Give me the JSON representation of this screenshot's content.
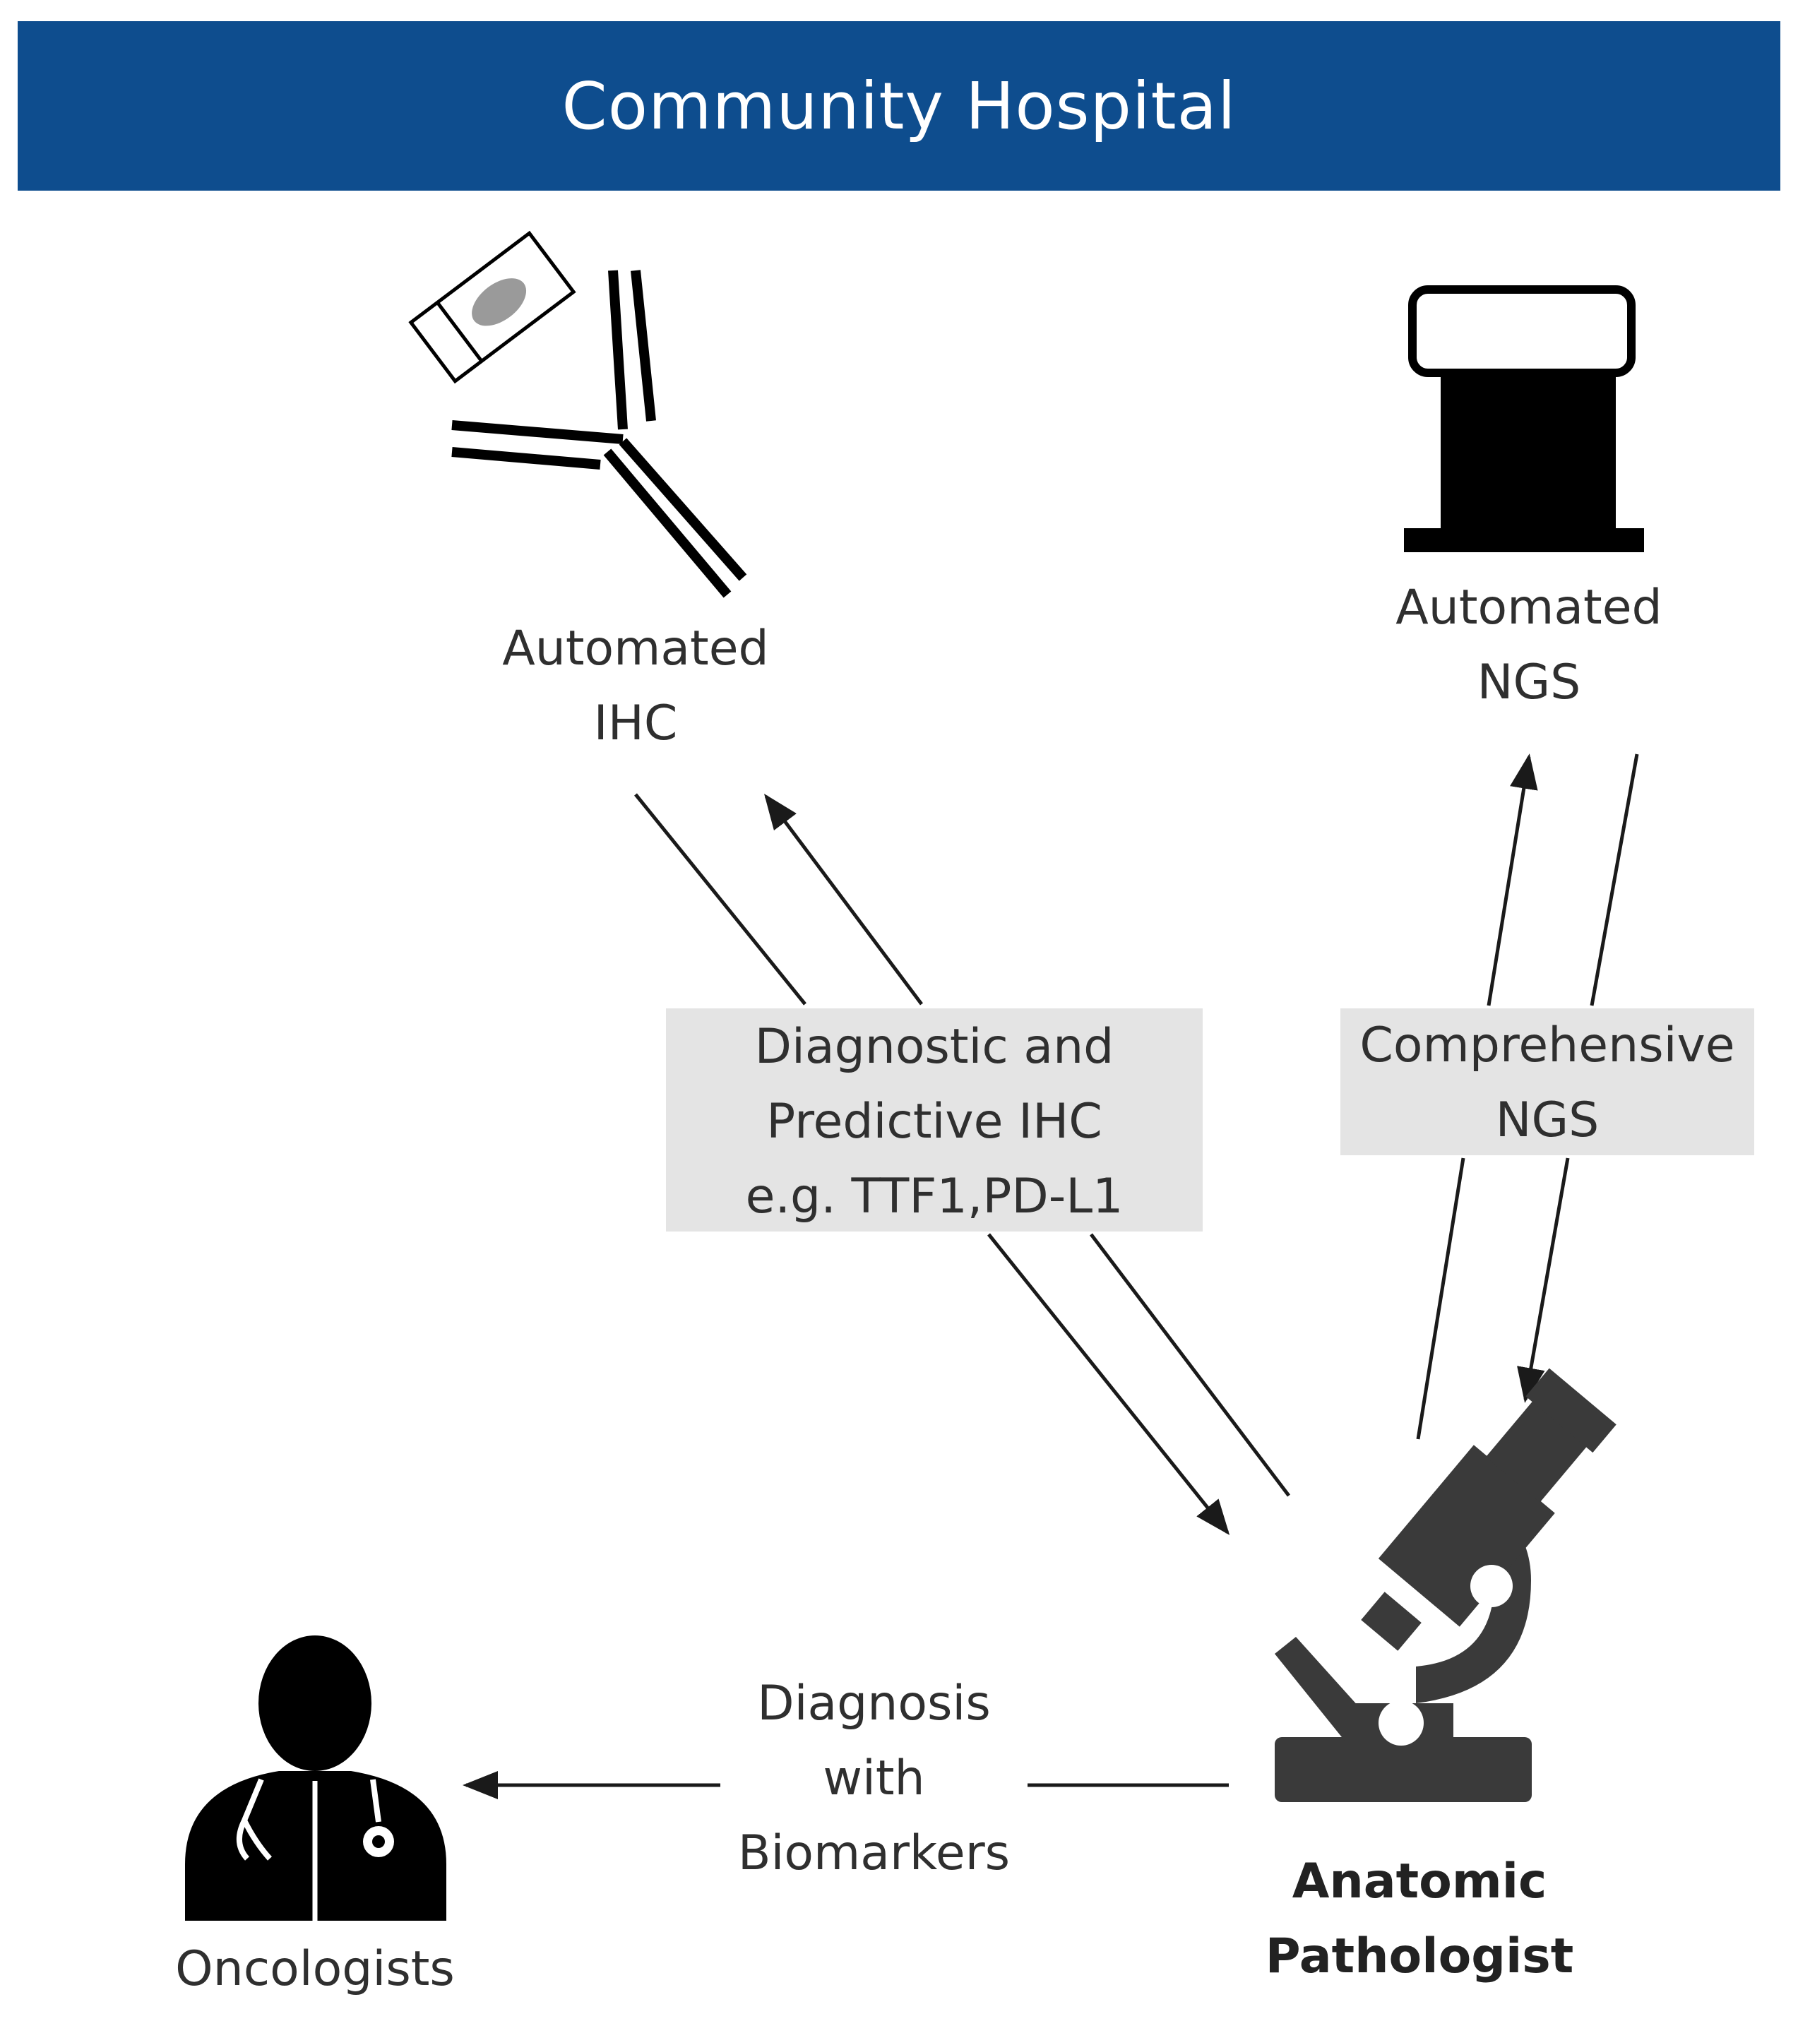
{
  "header": {
    "title": "Community Hospital"
  },
  "nodes": {
    "ihc": {
      "line1": "Automated",
      "line2": "IHC",
      "icon": "antibody-icon"
    },
    "ngs": {
      "line1": "Automated",
      "line2": "NGS",
      "icon": "sequencer-icon"
    },
    "pathologist": {
      "line1": "Anatomic",
      "line2": "Pathologist",
      "icon": "microscope-icon"
    },
    "oncologists": {
      "line1": "Oncologists",
      "icon": "doctor-icon"
    }
  },
  "edges": {
    "ihc_label": {
      "line1": "Diagnostic and",
      "line2": "Predictive IHC",
      "line3": "e.g. TTF1,PD-L1"
    },
    "ngs_label": {
      "line1": "Comprehensive",
      "line2": "NGS"
    },
    "oncology_label": {
      "line1": "Diagnosis",
      "line2": "with",
      "line3": "Biomarkers"
    }
  },
  "colors": {
    "banner": "#0e4d8e",
    "label_box": "#e4e4e4",
    "icon": "#000000",
    "microscope": "#3a3a3a"
  }
}
